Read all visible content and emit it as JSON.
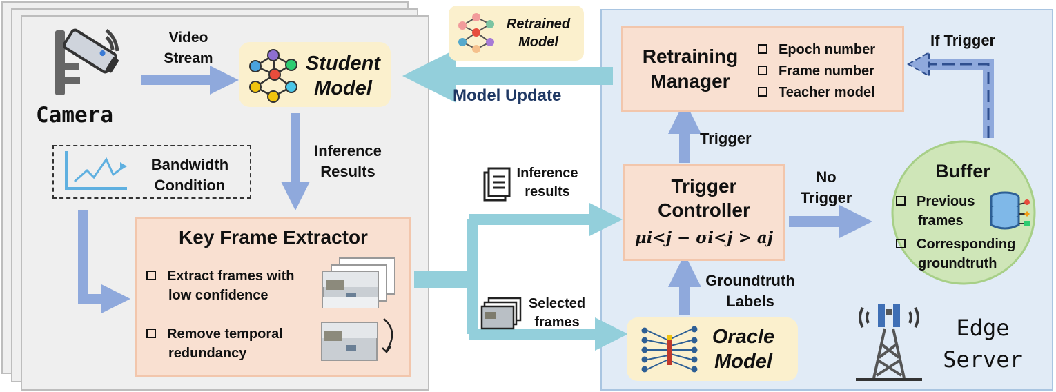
{
  "camera": {
    "label": "Camera",
    "video_stream": [
      "Video",
      "Stream"
    ],
    "bandwidth": [
      "Bandwidth",
      "Condition"
    ],
    "inference_results": [
      "Inference",
      "Results"
    ]
  },
  "student_model": {
    "line1": "Student",
    "line2": "Model"
  },
  "key_frame_extractor": {
    "title": "Key Frame Extractor",
    "item1": [
      "Extract frames with",
      "low confidence"
    ],
    "item2": [
      "Remove temporal",
      "redundancy"
    ]
  },
  "retrained_model": {
    "line1": "Retrained",
    "line2": "Model"
  },
  "model_update": "Model Update",
  "middle": {
    "inference_results": [
      "Inference",
      "results"
    ],
    "selected_frames": [
      "Selected",
      "frames"
    ]
  },
  "retraining_manager": {
    "title": [
      "Retraining",
      "Manager"
    ],
    "items": [
      "Epoch number",
      "Frame number",
      "Teacher model"
    ]
  },
  "if_trigger": "If Trigger",
  "trigger": "Trigger",
  "trigger_controller": {
    "title": [
      "Trigger",
      "Controller"
    ],
    "formula": "μi<j − σi<j > aj"
  },
  "no_trigger": [
    "No",
    "Trigger"
  ],
  "groundtruth_labels": [
    "Groundtruth",
    "Labels"
  ],
  "oracle_model": {
    "line1": "Oracle",
    "line2": "Model"
  },
  "buffer": {
    "title": "Buffer",
    "item1": [
      "Previous",
      "frames"
    ],
    "item2": [
      "Corresponding",
      "groundtruth"
    ]
  },
  "edge_server": [
    "Edge",
    "Server"
  ],
  "colors": {
    "arrow_blue": "#8fa9dc",
    "arrow_teal": "#93cfdb",
    "dashed_arrow": "#4a6aa8",
    "model_update_text": "#1f3864",
    "buffer_green": "#cfe6b8"
  }
}
